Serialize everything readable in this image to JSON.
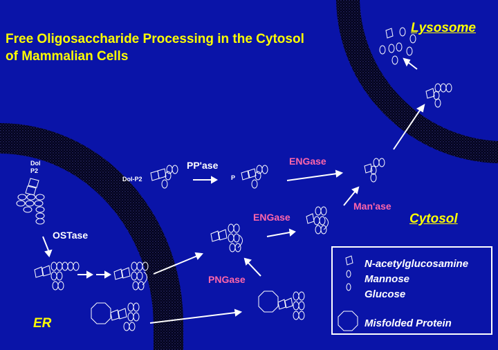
{
  "title_line1": "Free Oligosaccharide Processing in the Cytosol",
  "title_line2": "of Mammalian Cells",
  "compartments": {
    "lysosome": "Lysosome",
    "cytosol": "Cytosol",
    "er": "ER"
  },
  "enzymes": {
    "ppase": "PP'ase",
    "engase_top": "ENGase",
    "engase_mid": "ENGase",
    "manase": "Man'ase",
    "pngase": "PNGase",
    "ostase": "OSTase"
  },
  "labels": {
    "dol_p2_er": "Dol\nP2",
    "dol_p2_cytosol": "Dol-P2",
    "p": "P"
  },
  "legend": {
    "glcnac": "N-acetylglucosamine",
    "mannose": "Mannose",
    "glucose": "Glucose",
    "misfolded": "Misfolded Protein"
  },
  "colors": {
    "background": "#0a14a8",
    "membrane": "#000000",
    "title": "#ffff00",
    "enzyme": "#ff66aa",
    "text": "#ffffff"
  }
}
